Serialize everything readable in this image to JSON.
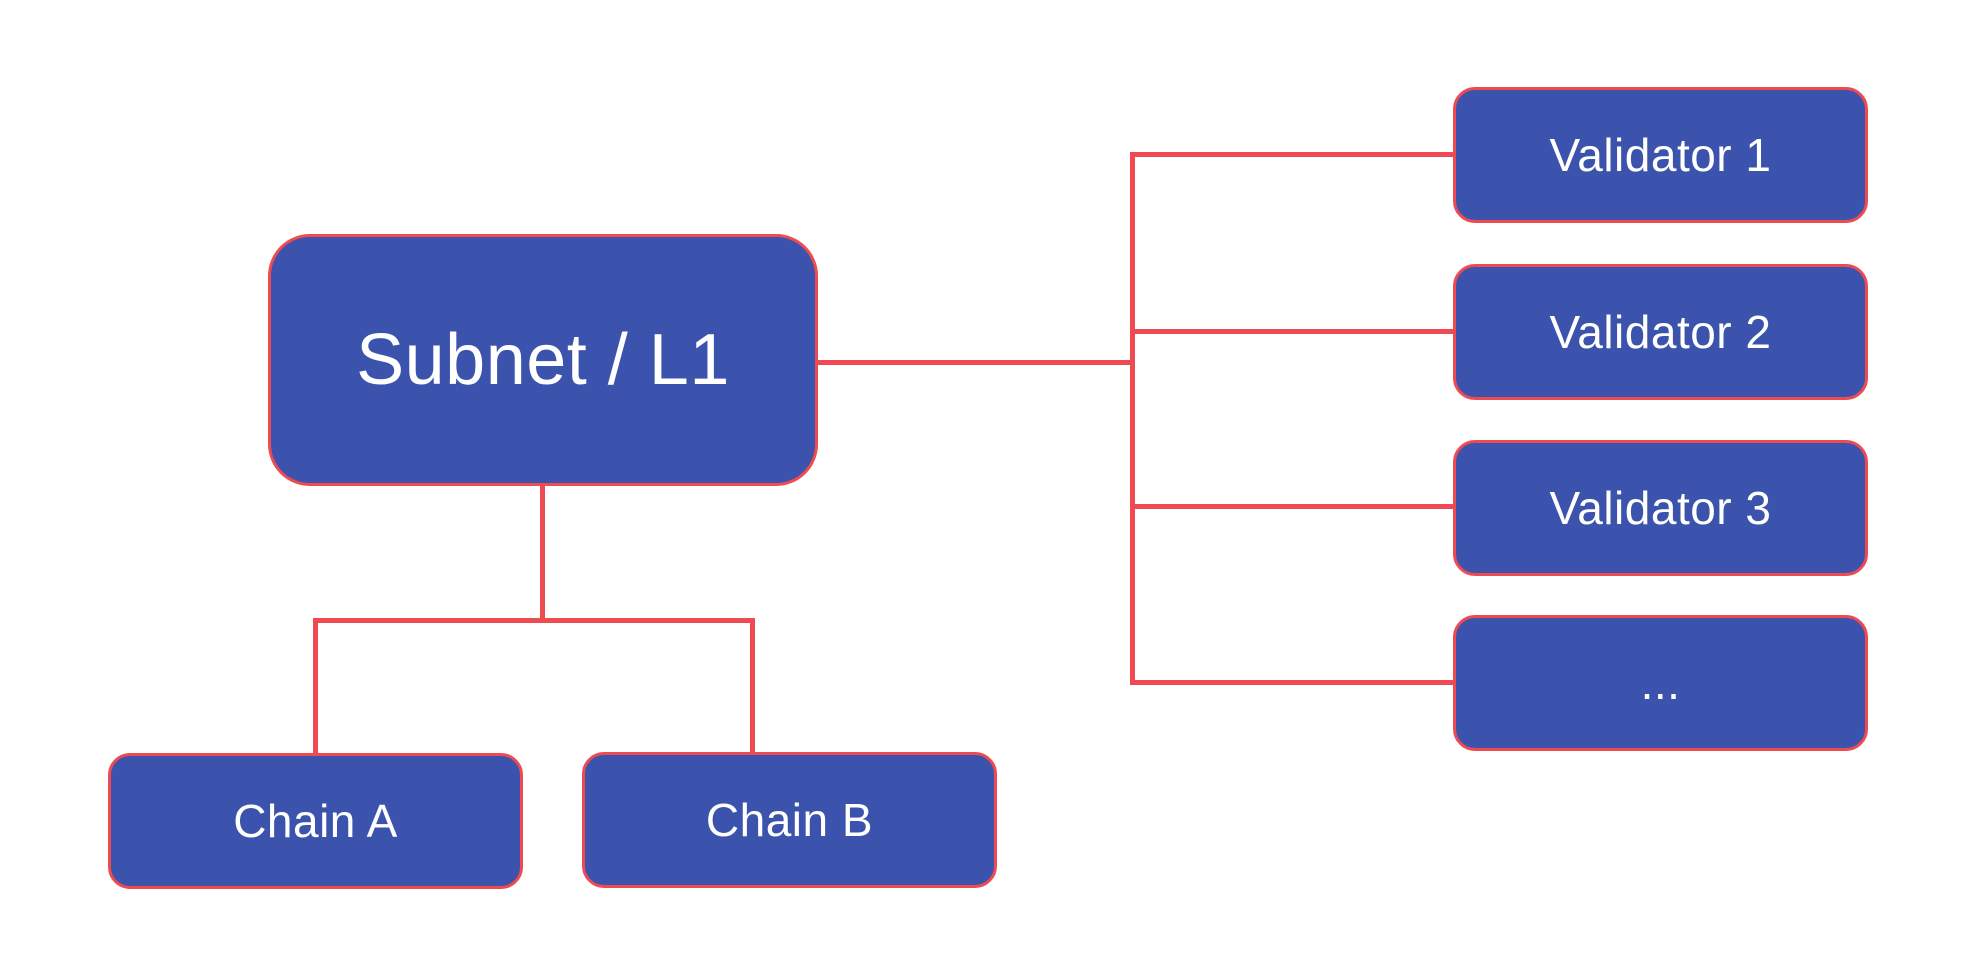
{
  "diagram": {
    "title": "Subnet / L1 architecture diagram",
    "colors": {
      "background": "#ffffff",
      "node_fill": "#3b53ac",
      "node_border": "#ee4a52",
      "connector": "#ee4a52",
      "label": "#ffffff"
    },
    "nodes": {
      "subnet": {
        "label": "Subnet / L1"
      },
      "chain_a": {
        "label": "Chain A"
      },
      "chain_b": {
        "label": "Chain B"
      },
      "validator_1": {
        "label": "Validator 1"
      },
      "validator_2": {
        "label": "Validator 2"
      },
      "validator_3": {
        "label": "Validator 3"
      },
      "more_validators": {
        "label": "..."
      }
    },
    "edges": [
      {
        "from": "subnet",
        "to": "validator_1"
      },
      {
        "from": "subnet",
        "to": "validator_2"
      },
      {
        "from": "subnet",
        "to": "validator_3"
      },
      {
        "from": "subnet",
        "to": "more_validators"
      },
      {
        "from": "subnet",
        "to": "chain_a"
      },
      {
        "from": "subnet",
        "to": "chain_b"
      }
    ]
  }
}
